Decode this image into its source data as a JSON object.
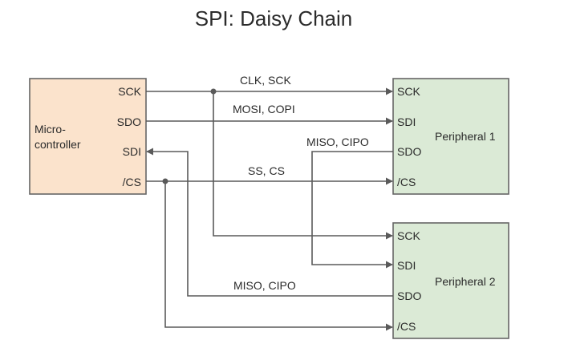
{
  "title": "SPI: Daisy Chain",
  "microcontroller": {
    "label_line1": "Micro-",
    "label_line2": "controller",
    "fill": "#fbe3cc",
    "pins": [
      "SCK",
      "SDO",
      "SDI",
      "/CS"
    ]
  },
  "peripheral1": {
    "label": "Peripheral 1",
    "fill": "#dbead6",
    "pins": [
      "SCK",
      "SDI",
      "SDO",
      "/CS"
    ]
  },
  "peripheral2": {
    "label": "Peripheral 2",
    "fill": "#dbead6",
    "pins": [
      "SCK",
      "SDI",
      "SDO",
      "/CS"
    ]
  },
  "signals": {
    "clk": "CLK, SCK",
    "mosi": "MOSI, COPI",
    "miso_upper": "MISO, CIPO",
    "ss": "SS, CS",
    "miso_lower": "MISO, CIPO"
  },
  "colors": {
    "wire": "#5a5a5a",
    "box_stroke": "#666666"
  }
}
